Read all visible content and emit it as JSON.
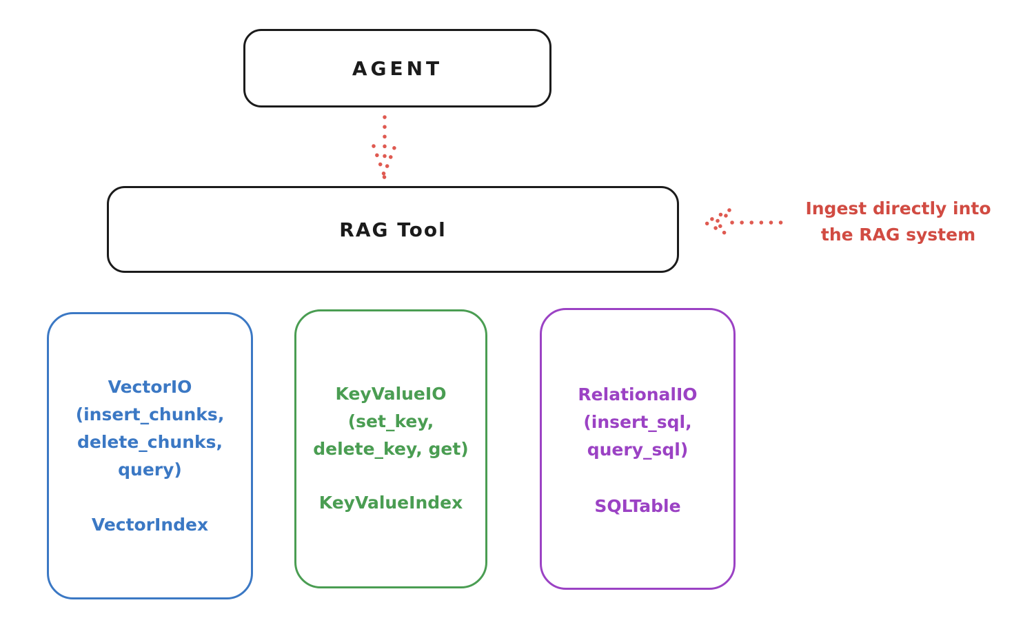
{
  "diagram": {
    "title_context": "RAG Tool architecture diagram",
    "agent": {
      "label": "AGENT"
    },
    "rag_tool": {
      "label": "RAG Tool"
    },
    "annotation": {
      "text": "Ingest directly into\nthe RAG system",
      "color": "#d14b42",
      "arrow": "dotted-arrow-pointing-left-at-rag-tool"
    },
    "arrows": [
      {
        "name": "agent-to-rag-arrow",
        "style": "dotted",
        "color": "#df5a51",
        "direction": "down"
      },
      {
        "name": "annotation-to-rag-arrow",
        "style": "dotted",
        "color": "#df5a51",
        "direction": "left"
      }
    ],
    "storage_boxes": [
      {
        "id": "vector-io",
        "color": "#3b78c4",
        "methods": "VectorIO\n(insert_chunks,\ndelete_chunks,\nquery)",
        "index": "VectorIndex"
      },
      {
        "id": "keyvalue-io",
        "color": "#4a9d52",
        "methods": "KeyValueIO\n(set_key,\ndelete_key, get)",
        "index": "KeyValueIndex"
      },
      {
        "id": "relational-io",
        "color": "#9b42c4",
        "methods": "RelationalIO\n(insert_sql,\nquery_sql)",
        "index": "SQLTable"
      }
    ]
  }
}
